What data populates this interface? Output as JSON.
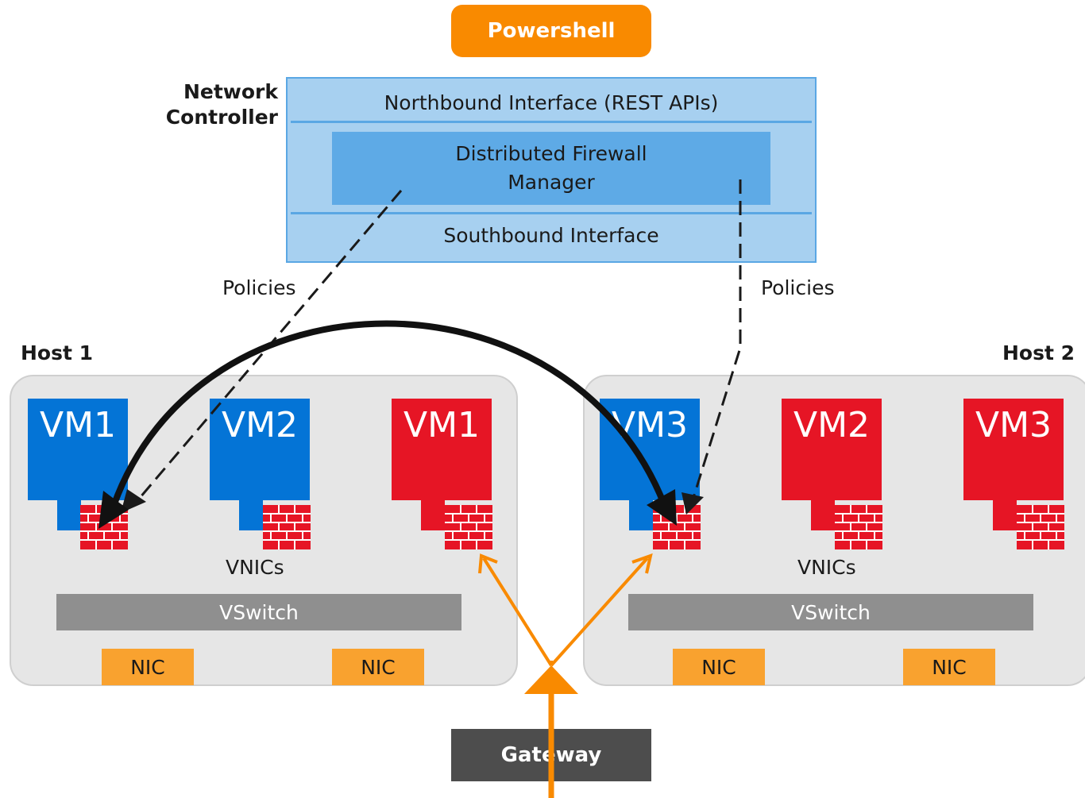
{
  "powershell": "Powershell",
  "network_controller": {
    "label_line1": "Network",
    "label_line2": "Controller",
    "northbound": "Northbound Interface (REST APIs)",
    "dfm_line1": "Distributed Firewall",
    "dfm_line2": "Manager",
    "southbound": "Southbound Interface"
  },
  "policies_left": "Policies",
  "policies_right": "Policies",
  "host1": {
    "label": "Host 1",
    "vms": [
      {
        "label": "VM1",
        "color": "#0474d6"
      },
      {
        "label": "VM2",
        "color": "#0474d6"
      },
      {
        "label": "VM1",
        "color": "#e61525"
      }
    ],
    "vnics": "VNICs",
    "vswitch": "VSwitch",
    "nics": [
      "NIC",
      "NIC"
    ]
  },
  "host2": {
    "label": "Host 2",
    "vms": [
      {
        "label": "VM3",
        "color": "#0474d6"
      },
      {
        "label": "VM2",
        "color": "#e61525"
      },
      {
        "label": "VM3",
        "color": "#e61525"
      }
    ],
    "vnics": "VNICs",
    "vswitch": "VSwitch",
    "nics": [
      "NIC",
      "NIC"
    ]
  },
  "gateway": "Gateway",
  "colors": {
    "orange": "#f98a00",
    "nic_orange": "#f9a22f",
    "controller_light": "#a7d0f0",
    "controller_mid": "#5eaae6",
    "vm_blue": "#0474d6",
    "vm_red": "#e61525",
    "firewall_red": "#e61525",
    "host_gray": "#e6e6e6",
    "vswitch_gray": "#8f8f8f",
    "gateway_dark": "#4d4d4d"
  }
}
